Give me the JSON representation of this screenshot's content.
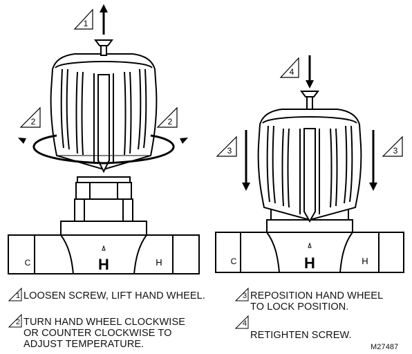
{
  "left_figure": {
    "step_up": "1",
    "step_turn_left": "2",
    "step_turn_right": "2",
    "port_left": "C",
    "port_right": "H",
    "center_mark": "H"
  },
  "right_figure": {
    "step_down": "4",
    "step_left": "3",
    "step_right": "3",
    "port_left": "C",
    "port_right": "H",
    "center_mark": "H"
  },
  "legend": {
    "step1_num": "1",
    "step1_text": "LOOSEN SCREW, LIFT HAND WHEEL.",
    "step2_num": "2",
    "step2_line1": "TURN HAND WHEEL CLOCKWISE",
    "step2_line2": "OR COUNTER CLOCKWISE TO",
    "step2_line3": "ADJUST TEMPERATURE.",
    "step3_num": "3",
    "step3_line1": "REPOSITION HAND WHEEL",
    "step3_line2": "TO LOCK POSITION.",
    "step4_num": "4",
    "step4_text": "RETIGHTEN SCREW."
  },
  "figure_id": "M27487"
}
